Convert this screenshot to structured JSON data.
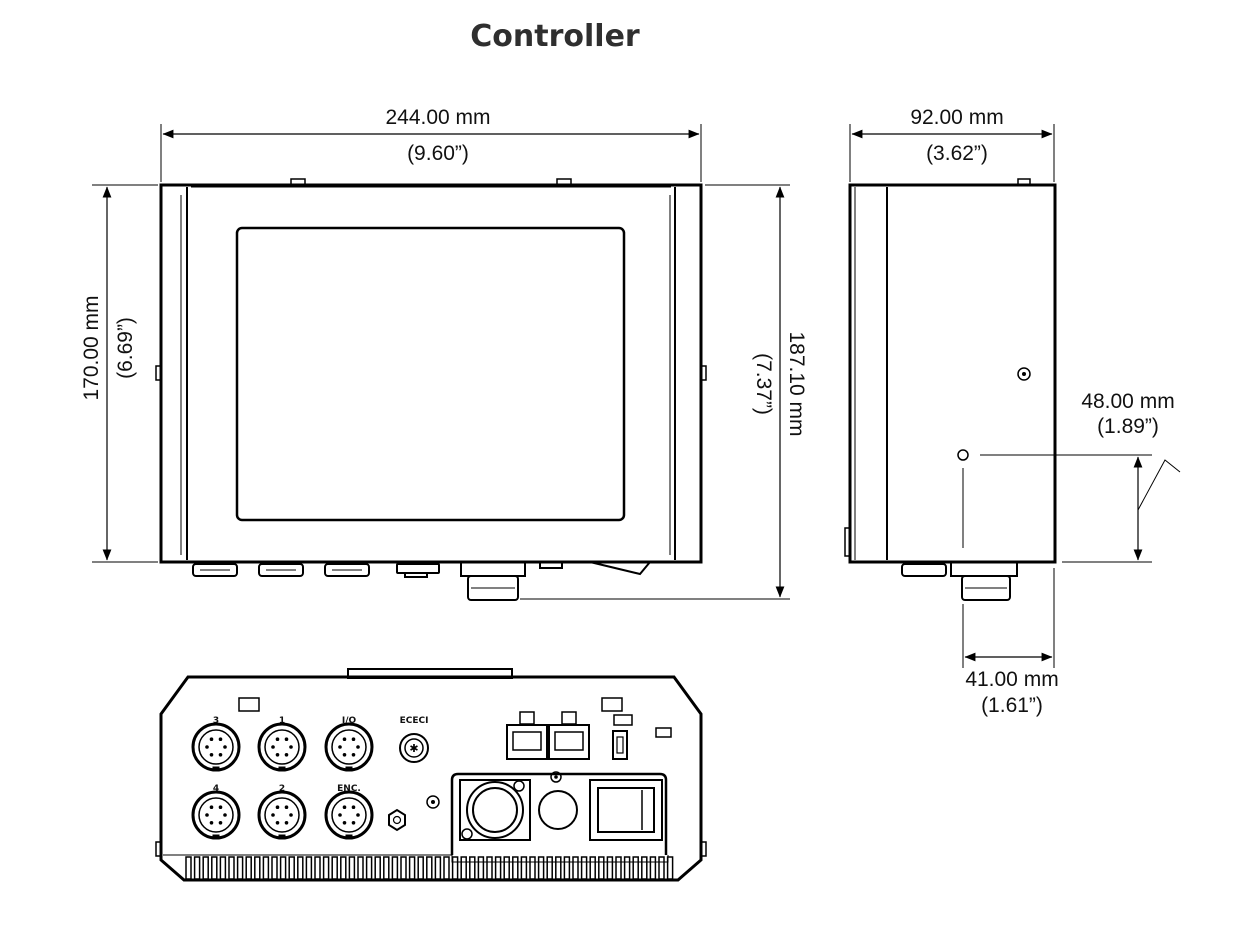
{
  "title": "Controller",
  "dimensions": {
    "front_width": {
      "mm": "244.00 mm",
      "in": "(9.60”)"
    },
    "front_height": {
      "mm": "170.00 mm",
      "in": "(6.69”)"
    },
    "overall_height": {
      "mm": "187.10 mm",
      "in": "(7.37”)"
    },
    "side_depth": {
      "mm": "92.00 mm",
      "in": "(3.62”)"
    },
    "hole_height": {
      "mm": "48.00 mm",
      "in": "(1.89”)"
    },
    "hole_offset": {
      "mm": "41.00 mm",
      "in": "(1.61”)"
    }
  },
  "connectors": {
    "c3": "3",
    "c1": "1",
    "io": "I/O",
    "ethercat": "ECECI",
    "c4": "4",
    "c2": "2",
    "enc": "ENC."
  },
  "colors": {
    "line": "#000000",
    "title": "#2f2f2f"
  }
}
